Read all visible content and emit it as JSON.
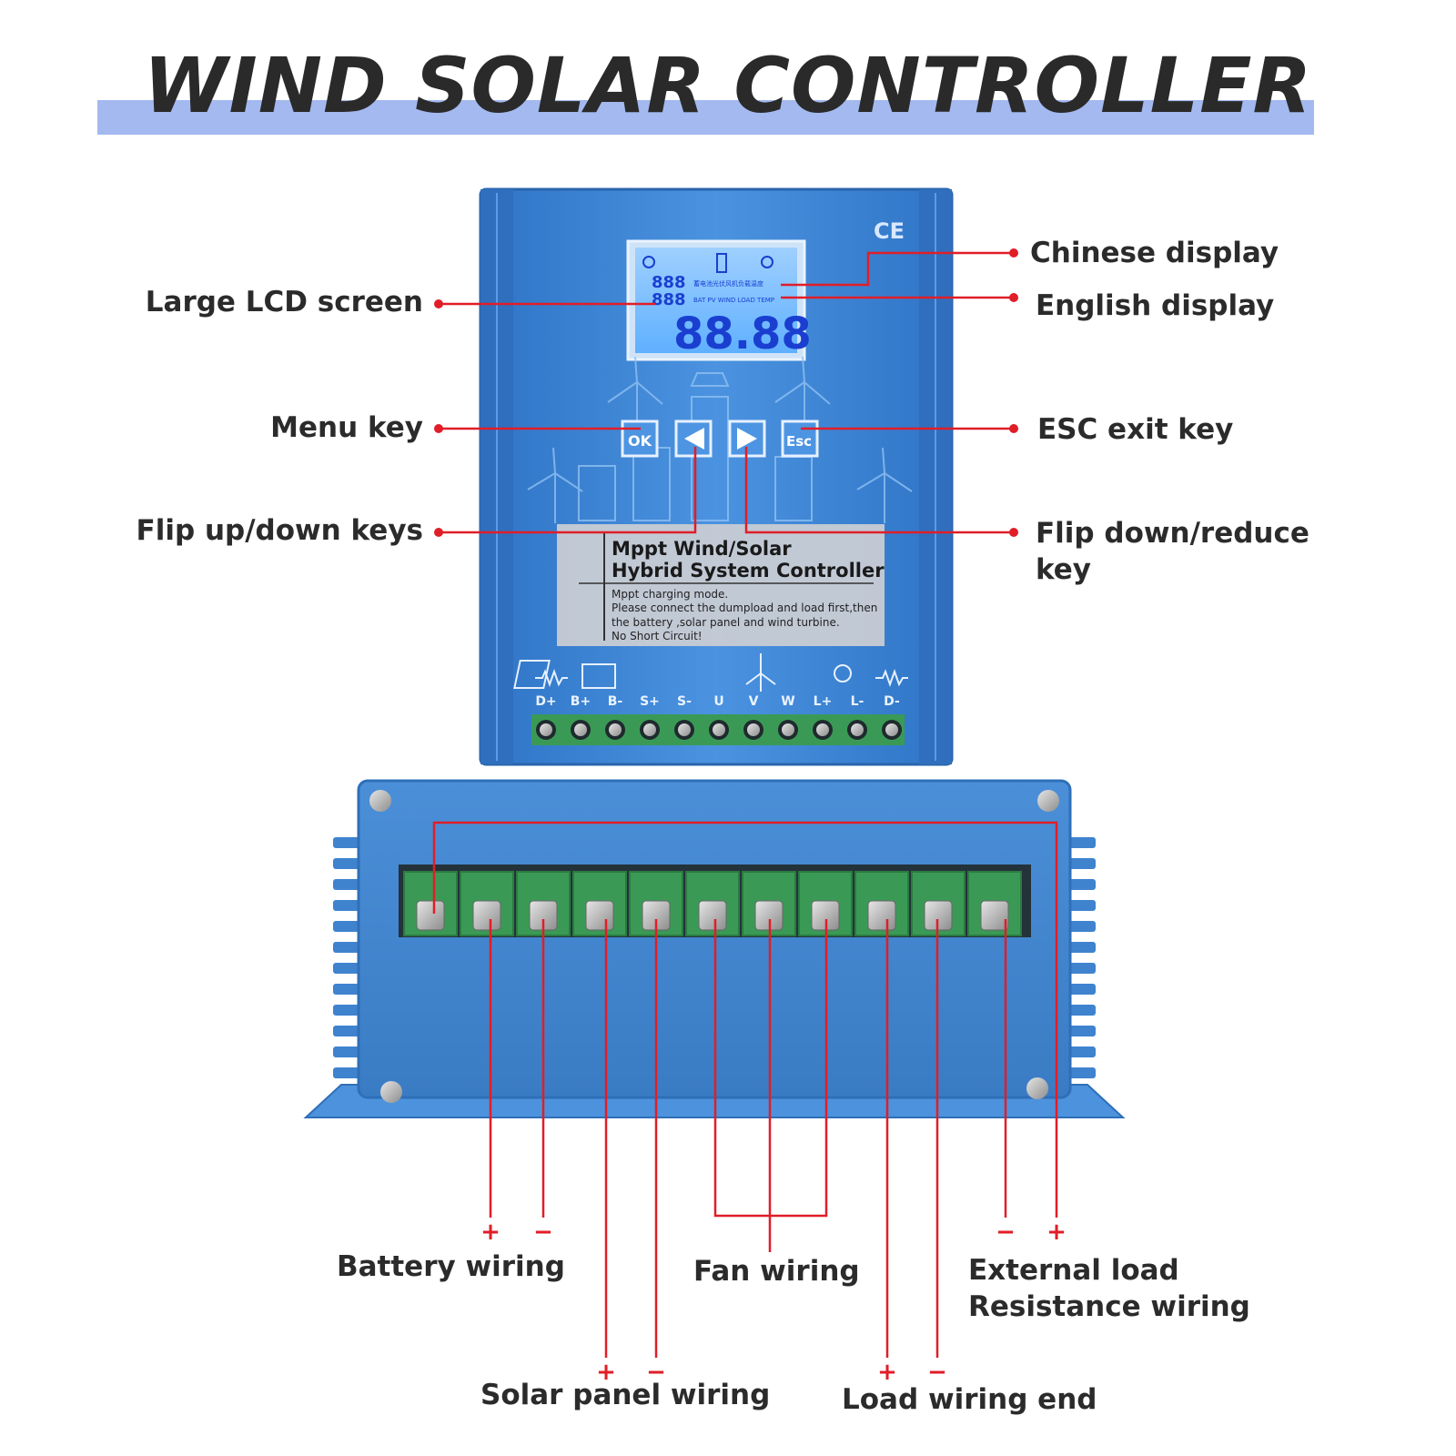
{
  "title": "WIND SOLAR CONTROLLER",
  "callouts": {
    "lcd": "Large LCD screen",
    "chinese": "Chinese display",
    "english": "English display",
    "menu": "Menu key",
    "esc": "ESC exit key",
    "flip_up": "Flip up/down keys",
    "flip_down_line1": "Flip down/reduce",
    "flip_down_line2": "key"
  },
  "wiring": {
    "battery": "Battery wiring",
    "solar": "Solar panel wiring",
    "fan": "Fan wiring",
    "load": "Load wiring end",
    "external_line1": "External load",
    "external_line2": "Resistance wiring"
  },
  "signs": {
    "battery_pos": "+",
    "battery_neg": "−",
    "solar_pos": "+",
    "solar_neg": "−",
    "load_pos": "+",
    "load_neg": "−",
    "ext_neg": "−",
    "ext_pos": "+"
  },
  "device": {
    "ce_mark": "CE",
    "lcd_digits": "88.88",
    "lcd_small1": "888",
    "lcd_small2": "888",
    "lcd_row_cn": "蓄电池光伏风机负载温度",
    "lcd_row_en": "BAT PV WIND LOAD TEMP",
    "keys": {
      "ok": "OK",
      "esc": "Esc"
    },
    "panel_heading1": "Mppt Wind/Solar",
    "panel_heading2": "Hybrid System Controller",
    "panel_note1": "Mppt charging mode.",
    "panel_note2": "Please connect the dumpload and load first,then",
    "panel_note3": "the battery ,solar panel and wind turbine.",
    "panel_note4": "No Short Circuit!",
    "terminals": [
      "D+",
      "B+",
      "B-",
      "S+",
      "S-",
      "U",
      "V",
      "W",
      "L+",
      "L-",
      "D-"
    ]
  },
  "colors": {
    "accent_bar": "#a3b9ef",
    "body_blue": "#3f86d6",
    "leader_red": "#e01e28",
    "terminal_green": "#3a9a55"
  }
}
